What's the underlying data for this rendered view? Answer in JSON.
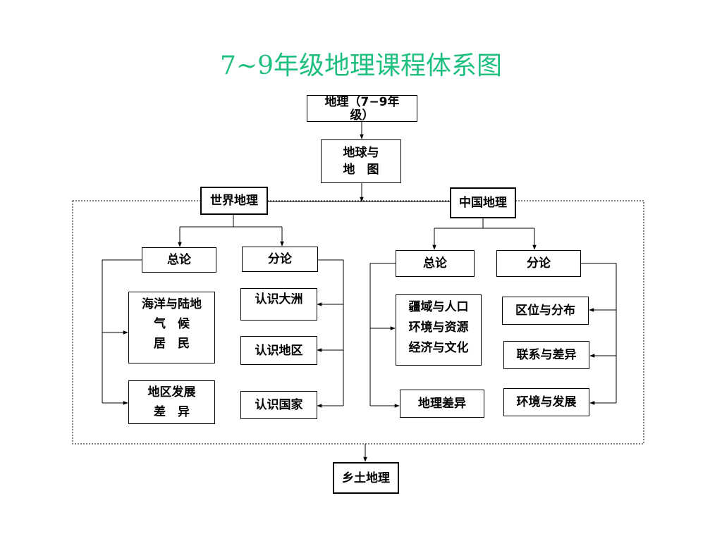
{
  "title": "7~9年级地理课程体系图",
  "nodes": {
    "root": "地理（7−9年\n级）",
    "earth_map": "地球与\n地　图",
    "world": "世界地理",
    "china": "中国地理",
    "world_general": "总论",
    "world_regional": "分论",
    "world_topics_1": "海洋与陆地\n气　候\n居　民",
    "world_topics_2": "地区发展\n差　异",
    "continents": "认识大洲",
    "regions": "认识地区",
    "countries": "认识国家",
    "china_general": "总论",
    "china_regional": "分论",
    "china_topics_1": "疆域与人口\n环境与资源\n经济与文化",
    "china_diff": "地理差异",
    "location": "区位与分布",
    "connection": "联系与差异",
    "env_dev": "环境与发展",
    "local": "乡土地理"
  }
}
